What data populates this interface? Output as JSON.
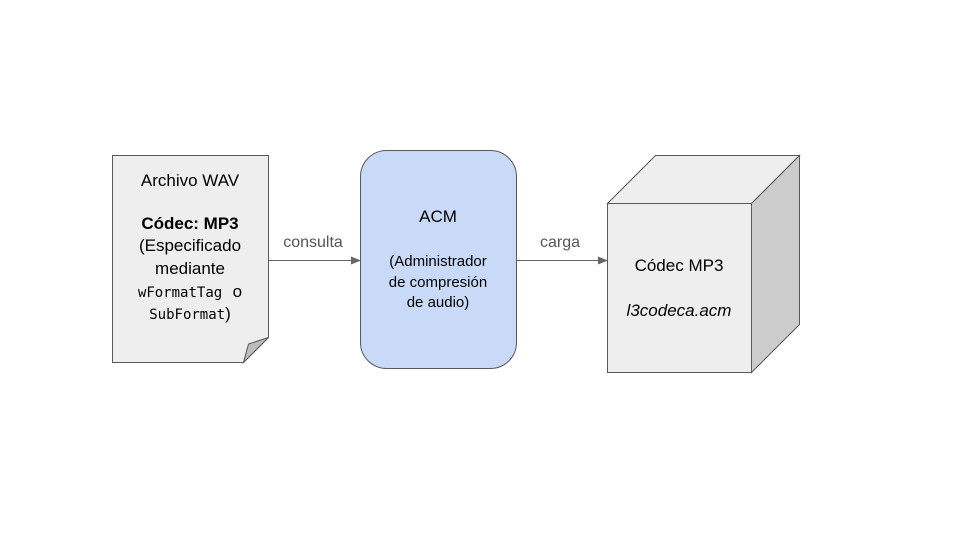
{
  "diagram": {
    "wav_file": {
      "title": "Archivo WAV",
      "codec_label": "Códec: MP3",
      "line1": "(Especificado",
      "line2": "mediante",
      "mono1": "wFormatTag",
      "conj": "o",
      "mono2": "SubFormat",
      "close": ")"
    },
    "acm": {
      "title": "ACM",
      "line1": "(Administrador",
      "line2": "de compresión",
      "line3": "de audio)"
    },
    "codec": {
      "title": "Códec MP3",
      "filename": "l3codeca.acm"
    },
    "edges": {
      "consult_label": "consulta",
      "load_label": "carga"
    },
    "colors": {
      "doc_fill": "#eeeeee",
      "acm_fill": "#c9daf8",
      "cube_front": "#eeeeee",
      "cube_side": "#cccccc",
      "stroke": "#595959",
      "arrow": "#666666"
    }
  }
}
